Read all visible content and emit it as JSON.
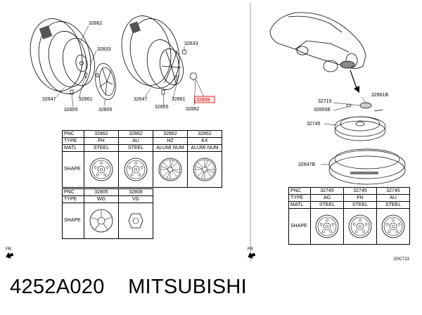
{
  "callouts": {
    "c32862a": "32862",
    "c32833": "32833",
    "c32647a": "32647",
    "c32861a": "32861",
    "c32855a": "32855",
    "c32805": "32805",
    "c32633": "32633",
    "c32808": "32808",
    "c32647b": "32647",
    "c32861b": "32861",
    "c32855b": "32855",
    "c32862b": "32862",
    "c32715": "32715",
    "c32861B": "32861B",
    "c32855E": "32855E",
    "c32745": "32745",
    "c32647B": "32647B"
  },
  "table_left_top": {
    "row_labels": [
      "PNC",
      "TYPE",
      "MATL",
      "SHAPE"
    ],
    "columns": [
      {
        "pnc": "32862",
        "type": "FH",
        "matl": "STEEL",
        "shape": "steel-wheel-icon"
      },
      {
        "pnc": "32862",
        "type": "AU",
        "matl": "STEEL",
        "shape": "steel-wheel-icon"
      },
      {
        "pnc": "32862",
        "type": "HZ",
        "matl": "ALUMI NUM",
        "shape": "alloy-wheel-icon"
      },
      {
        "pnc": "32862",
        "type": "KX",
        "matl": "ALUMI NUM",
        "shape": "alloy-wheel-icon"
      }
    ]
  },
  "table_left_bottom": {
    "row_labels": [
      "PNC",
      "TYPE",
      "SHAPE"
    ],
    "columns": [
      {
        "pnc": "32805",
        "type": "WG",
        "shape": "wheel-cover-icon"
      },
      {
        "pnc": "32808",
        "type": "VG",
        "shape": "center-cap-icon"
      }
    ]
  },
  "table_right": {
    "row_labels": [
      "PNC",
      "TYPE",
      "MATL",
      "SHAPE"
    ],
    "columns": [
      {
        "pnc": "32745",
        "type": "AG",
        "matl": "STEEL",
        "shape": "spare-wheel-icon"
      },
      {
        "pnc": "32745",
        "type": "FH",
        "matl": "STEEL",
        "shape": "spare-wheel-icon"
      },
      {
        "pnc": "32745",
        "type": "AU",
        "matl": "STEEL",
        "shape": "spare-wheel-icon"
      }
    ]
  },
  "front_marks": [
    "FR",
    "FR"
  ],
  "doc_code": "D0C723",
  "caption": "4252A020    MITSUBISHI"
}
